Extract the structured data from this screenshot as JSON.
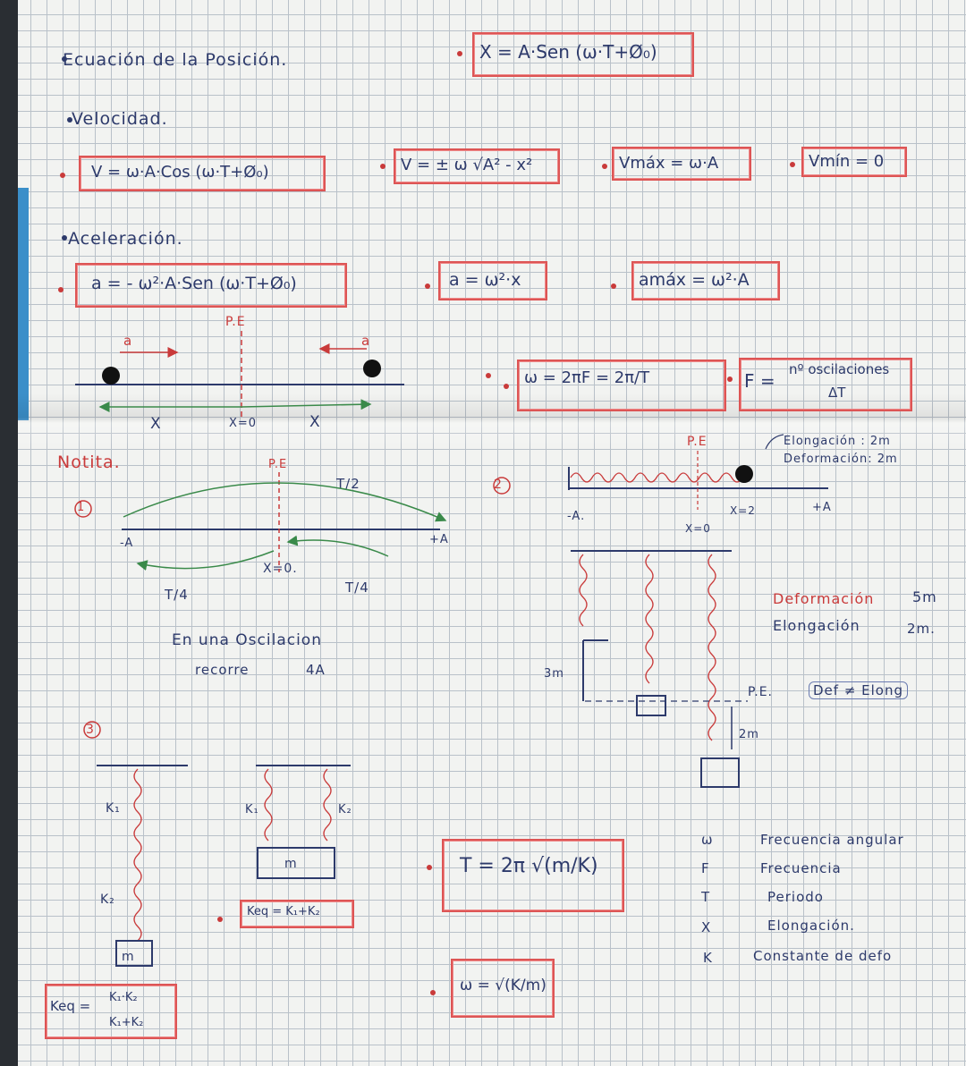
{
  "headings": {
    "position": "Ecuación de la Posición.",
    "velocity": "Velocidad.",
    "acceleration": "Aceleración."
  },
  "formulas": {
    "x": "X = A·Sen (ω·T+Ø₀)",
    "v": "V = ω·A·Cos (ω·T+Ø₀)",
    "v_alt": "V = ± ω √A² - x²",
    "vmax": "Vmáx = ω·A",
    "vmin": "Vmín = 0",
    "a": "a = - ω²·A·Sen (ω·T+Ø₀)",
    "a_alt": "a = ω²·x",
    "amax": "amáx = ω²·A",
    "omega": "ω = 2πF = 2π/T",
    "freq_num": "nº oscilaciones",
    "freq_den": "ΔT",
    "freq_lhs": "F =",
    "period": "T = 2π √(m/K)",
    "omega_k": "ω = √(K/m)",
    "keq_parallel": "Keq = K₁+K₂",
    "keq_series_lhs": "Keq =",
    "keq_series_num": "K₁·K₂",
    "keq_series_den": "K₁+K₂"
  },
  "diagram1": {
    "pe": "P.E",
    "a_left": "a",
    "a_right": "a",
    "x_left": "X",
    "x_zero": "X=0",
    "x_right": "X"
  },
  "notita": {
    "title": "Notita.",
    "num1": "1",
    "pe": "P.E",
    "half": "T/2",
    "minus_a": "-A",
    "plus_a": "+A",
    "x_zero": "X=0.",
    "q1": "T/4",
    "q2": "T/4",
    "line1": "En una Oscilacion",
    "line2a": "recorre",
    "line2b": "4A"
  },
  "spring2": {
    "num": "2",
    "pe": "P.E",
    "minus_a": "-A.",
    "x_zero": "X=0",
    "x_two": "X=2",
    "plus_a": "+A",
    "note1": "Elongación : 2m",
    "note2": "Deformación: 2m",
    "deform_label": "Deformación",
    "deform_val": "5m",
    "elong_label": "Elongación",
    "elong_val": "2m.",
    "three_m": "3m",
    "pe2": "P.E.",
    "def_ne": "Def ≠ Elong",
    "two_m": "2m"
  },
  "springs3": {
    "num": "3",
    "k1": "K₁",
    "k2": "K₂",
    "m": "m",
    "k1b": "K₁",
    "k2b": "K₂",
    "mb": "m"
  },
  "legend": [
    {
      "sym": "ω",
      "text": "Frecuencia angular"
    },
    {
      "sym": "F",
      "text": "Frecuencia"
    },
    {
      "sym": "T",
      "text": "Periodo"
    },
    {
      "sym": "X",
      "text": "Elongación."
    },
    {
      "sym": "K",
      "text": "Constante de defo"
    }
  ],
  "colors": {
    "ink": "#2d3a6b",
    "red": "#c93a3a",
    "grid": "#b9c1c9",
    "paper": "#f2f3f1"
  }
}
